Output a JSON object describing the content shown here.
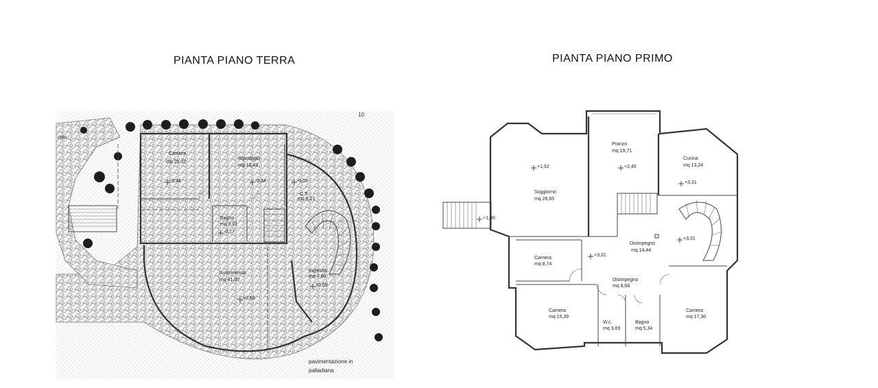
{
  "plans": {
    "ground_floor": {
      "title": "PIANTA PIANO TERRA",
      "rooms": [
        {
          "name": "Camera",
          "area": "mq 20,32",
          "level": "-0,34"
        },
        {
          "name": "Ripostiglio",
          "area": "mq 16,43",
          "level": "-0,34"
        },
        {
          "name": "C.T.",
          "area": "mq 6,21",
          "level": "-0,01"
        },
        {
          "name": "Bagno",
          "area": "mq 3,01",
          "level": "-0,17"
        },
        {
          "name": "Autorimessa",
          "area": "mq 41,00",
          "level": "+0,89"
        },
        {
          "name": "Ingresso",
          "area": "mq 7,60",
          "level": "+0,69"
        }
      ],
      "site_text": {
        "top_mark": "10",
        "left_mark": "cato",
        "bottom_note_1": "pavimentazione in",
        "bottom_note_2": "palladiana"
      }
    },
    "first_floor": {
      "title": "PIANTA PIANO PRIMO",
      "rooms": [
        {
          "name": "Soggiorno",
          "area": "mq 28,65",
          "level": "+1,92"
        },
        {
          "name": "Pranzo",
          "area": "mq 19,71",
          "level": "+2,45"
        },
        {
          "name": "Cucina",
          "area": "mq 13,24",
          "level": "+3,31"
        },
        {
          "name": "Camera",
          "area": "mq 8,74",
          "level": "+3,31"
        },
        {
          "name": "Disimpegno",
          "area": "mq 14,44",
          "level": "+3,31"
        },
        {
          "name": "Disimpegno",
          "area": "mq 8,68",
          "level": ""
        },
        {
          "name": "Camera",
          "area": "mq 15,39",
          "level": ""
        },
        {
          "name": "W.c.",
          "area": "mq 3,69",
          "level": ""
        },
        {
          "name": "Bagno",
          "area": "mq 5,34",
          "level": ""
        },
        {
          "name": "Camera",
          "area": "mq 17,30",
          "level": ""
        }
      ],
      "stair_level": "+1,90"
    }
  },
  "colors": {
    "line": "#333333",
    "paving": "#9a9a9a",
    "vegetation": "#1e1e1e"
  }
}
